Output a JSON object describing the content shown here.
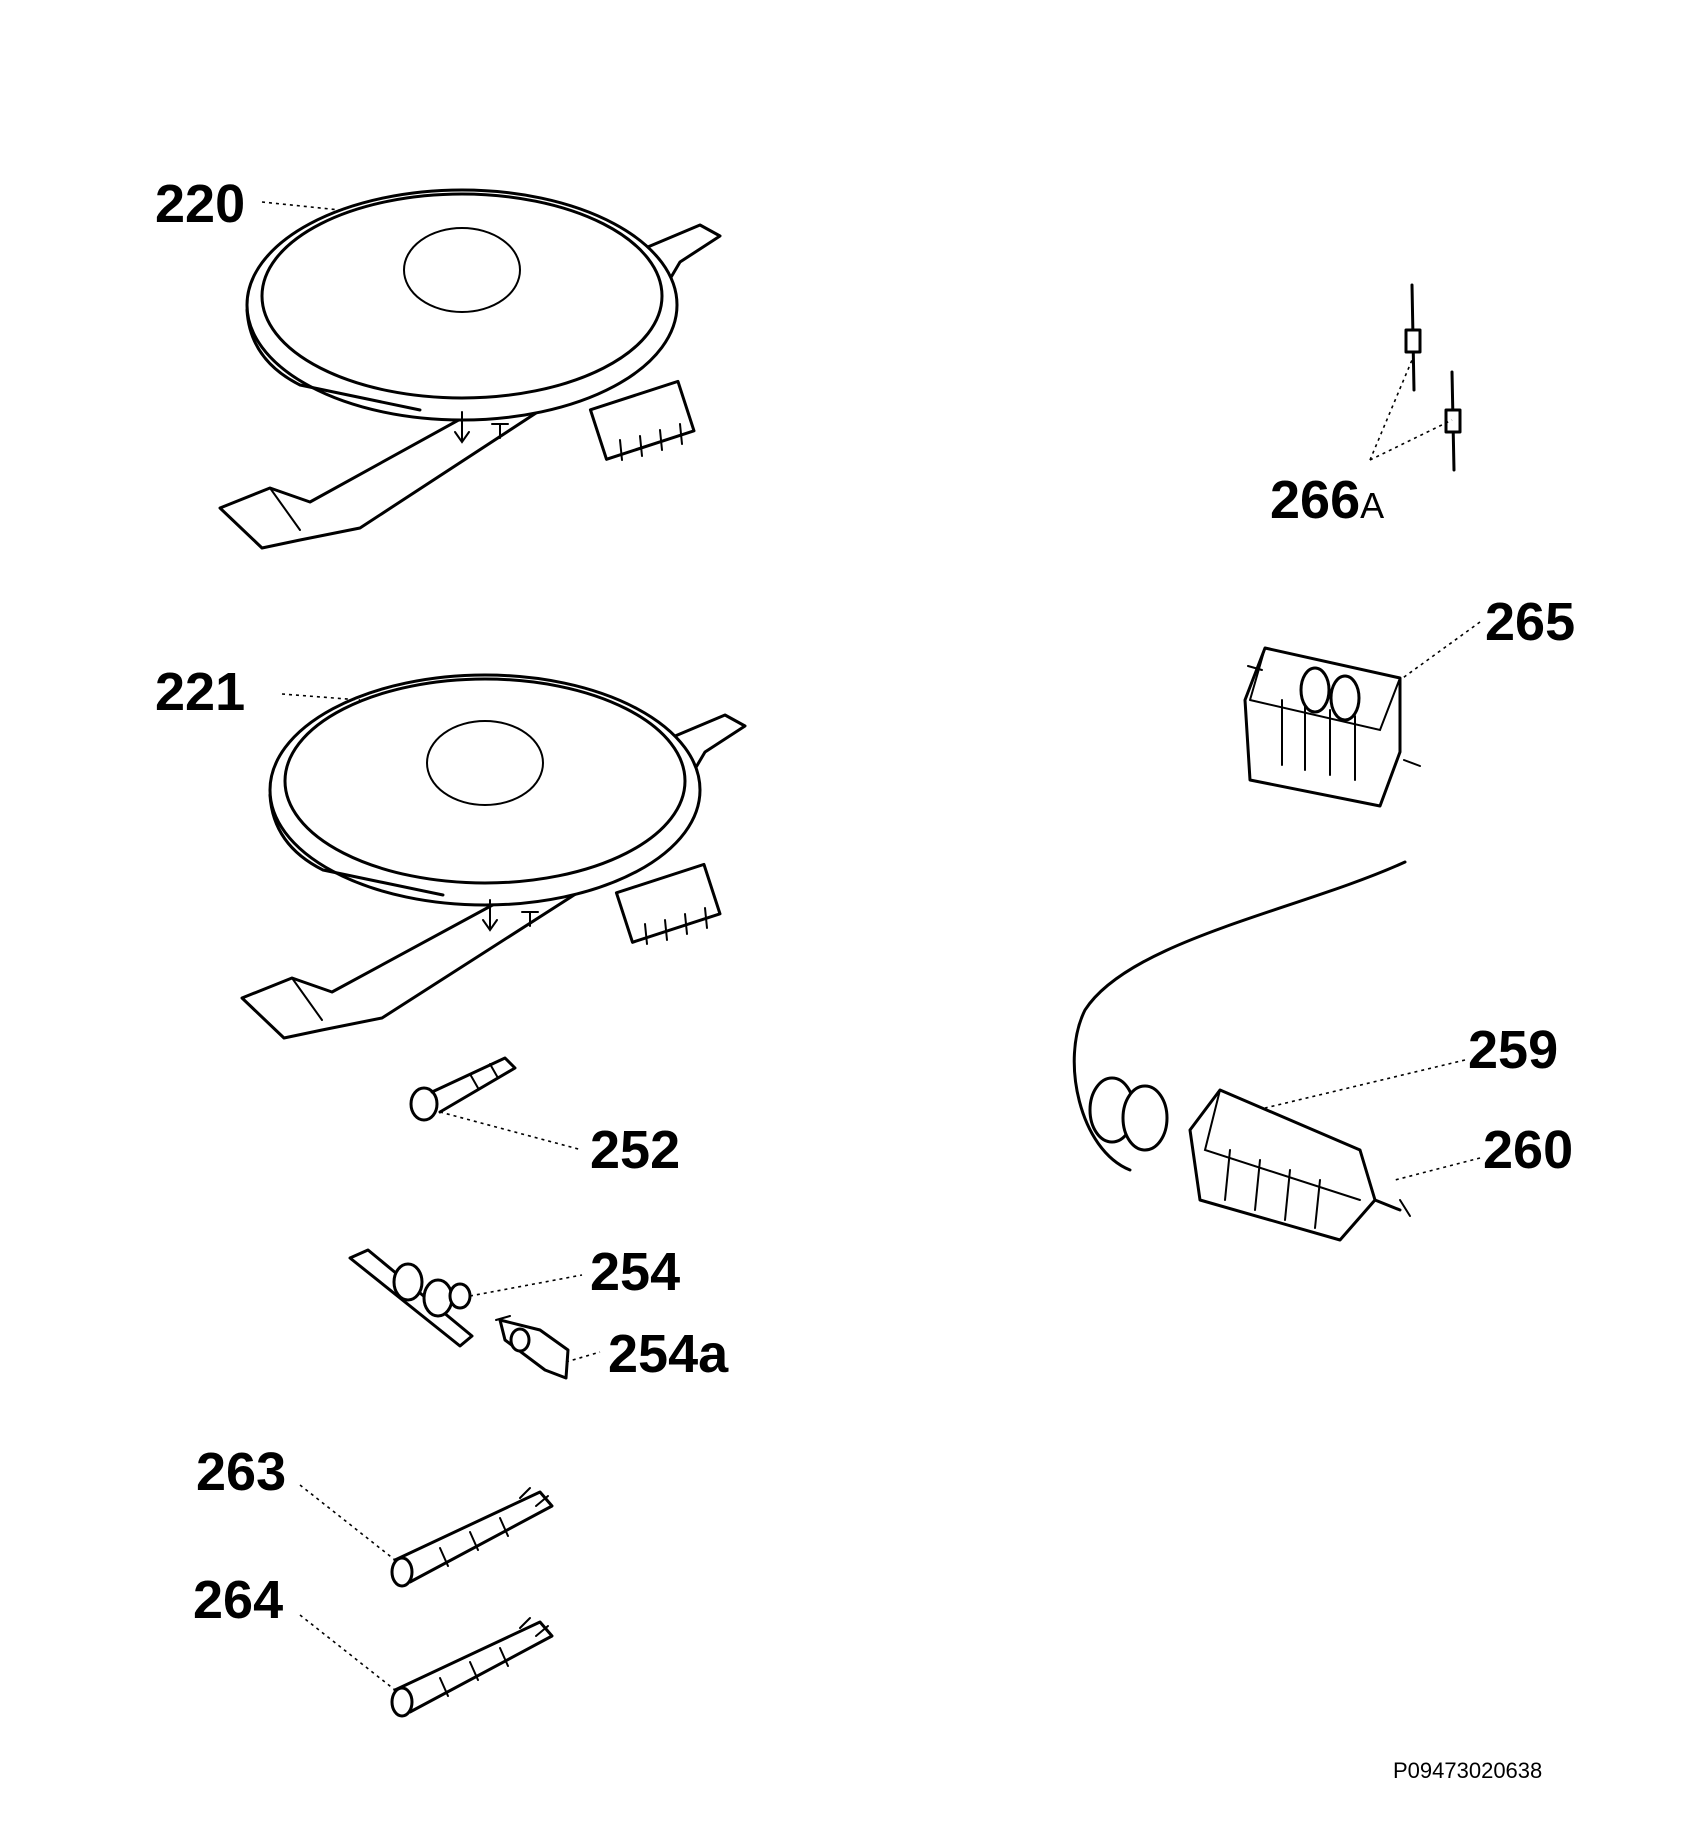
{
  "diagram": {
    "type": "exploded-parts-diagram",
    "parts": [
      {
        "id": "220",
        "label": "220"
      },
      {
        "id": "221",
        "label": "221"
      },
      {
        "id": "252",
        "label": "252"
      },
      {
        "id": "254",
        "label": "254"
      },
      {
        "id": "254a",
        "label": "254a"
      },
      {
        "id": "263",
        "label": "263"
      },
      {
        "id": "264",
        "label": "264"
      },
      {
        "id": "266A",
        "label": "266",
        "suffix": "A"
      },
      {
        "id": "265",
        "label": "265"
      },
      {
        "id": "259",
        "label": "259"
      },
      {
        "id": "260",
        "label": "260"
      }
    ],
    "document_id": "P09473020638"
  },
  "colors": {
    "ink": "#000000",
    "paper": "#ffffff"
  }
}
